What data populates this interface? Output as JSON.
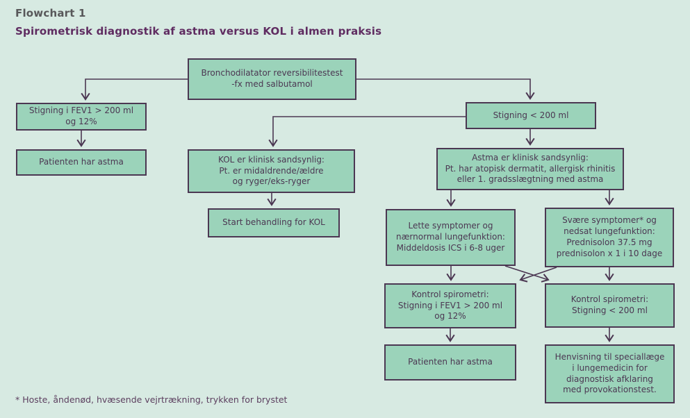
{
  "page": {
    "title": "Flowchart 1",
    "subtitle": "Spirometrisk diagnostik af astma versus KOL i almen praksis",
    "footnote": "* Hoste, åndenød, hvæsende vejrtrækning, trykken for brystet"
  },
  "colors": {
    "background": "#d7eae2",
    "node_fill": "#9bd3ba",
    "node_border": "#4b3752",
    "connector": "#4b3752",
    "title": "#58585a",
    "subtitle": "#5f2c61",
    "footnote": "#5c3f5f"
  },
  "nodes": [
    {
      "id": "bronchodilatator",
      "label": "Bronchodilatator reversibilitestest\n-fx med salbutamol"
    },
    {
      "id": "stigning_fev1",
      "label": "Stigning i FEV1 > 200 ml\nog 12%"
    },
    {
      "id": "patient_astma_1",
      "label": "Patienten har astma"
    },
    {
      "id": "stigning_under_200",
      "label": "Stigning < 200 ml"
    },
    {
      "id": "kol",
      "label": "KOL er klinisk sandsynlig:\nPt. er midaldrende/ældre\nog ryger/eks-ryger"
    },
    {
      "id": "start_kol",
      "label": "Start behandling for KOL"
    },
    {
      "id": "astma",
      "label": "Astma er klinisk sandsynlig:\nPt. har atopisk dermatit, allergisk rhinitis\neller 1. gradsslægtning med astma"
    },
    {
      "id": "lette",
      "label": "Lette symptomer og\nnærnormal lungefunktion:\nMiddeldosis ICS i 6-8 uger"
    },
    {
      "id": "svaere",
      "label": "Svære symptomer* og\nnedsat lungefunktion:\nPrednisolon 37.5 mg\nprednisolon x 1 i 10 dage"
    },
    {
      "id": "kontrol_fev1",
      "label": "Kontrol spirometri:\nStigning i FEV1 > 200 ml\nog 12%"
    },
    {
      "id": "kontrol_under_200",
      "label": "Kontrol spirometri:\nStigning < 200 ml"
    },
    {
      "id": "patient_astma_2",
      "label": "Patienten har astma"
    },
    {
      "id": "henvisning",
      "label": "Henvisning til speciallæge\ni lungemedicin for\ndiagnostisk afklaring\nmed provokationstest."
    }
  ],
  "edges": [
    {
      "from": "bronchodilatator",
      "to": "stigning_fev1"
    },
    {
      "from": "bronchodilatator",
      "to": "stigning_under_200"
    },
    {
      "from": "stigning_fev1",
      "to": "patient_astma_1"
    },
    {
      "from": "stigning_under_200",
      "to": "kol"
    },
    {
      "from": "stigning_under_200",
      "to": "astma"
    },
    {
      "from": "kol",
      "to": "start_kol"
    },
    {
      "from": "astma",
      "to": "lette"
    },
    {
      "from": "astma",
      "to": "svaere"
    },
    {
      "from": "lette",
      "to": "kontrol_fev1"
    },
    {
      "from": "lette",
      "to": "kontrol_under_200"
    },
    {
      "from": "svaere",
      "to": "kontrol_fev1"
    },
    {
      "from": "svaere",
      "to": "kontrol_under_200"
    },
    {
      "from": "kontrol_fev1",
      "to": "patient_astma_2"
    },
    {
      "from": "kontrol_under_200",
      "to": "henvisning"
    }
  ]
}
